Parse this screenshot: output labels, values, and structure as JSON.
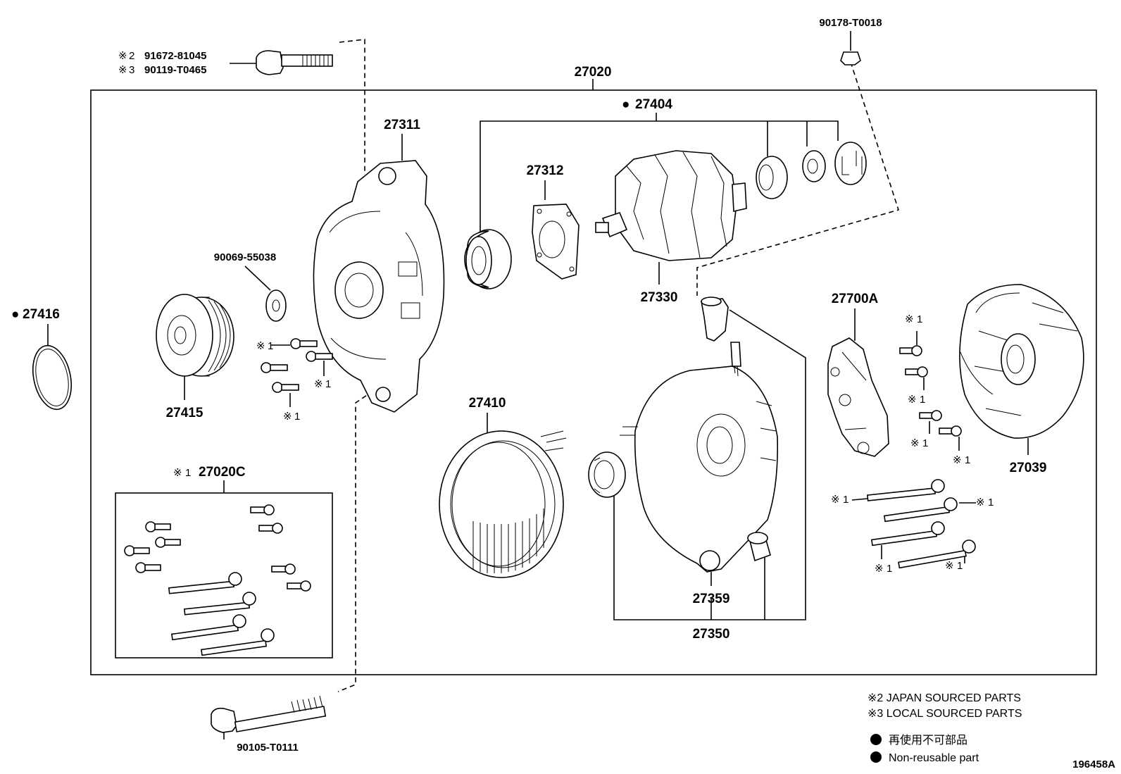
{
  "labels": {
    "assembly": "27020",
    "stator_bolt_top": "90178-T0018",
    "top_bolt_1": "91672-81045",
    "top_bolt_2": "90119-T0465",
    "frame": "27311",
    "rotor_kit": "27404",
    "retainer": "27312",
    "rotor": "27330",
    "washer": "90069-55038",
    "ring": "27416",
    "pulley": "27415",
    "stator": "27410",
    "regulator": "27700A",
    "cover": "27039",
    "bolt_kit": "27020C",
    "rear_frame": "27359",
    "rear_assy": "27350",
    "bottom_bolt": "90105-T0111",
    "figure_id": "196458A"
  },
  "marks": {
    "star": "※",
    "one": "1",
    "two": "2",
    "three": "3",
    "bullet": "●"
  },
  "legend": {
    "japan": "※2 JAPAN SOURCED PARTS",
    "local": "※3 LOCAL SOURCED PARTS",
    "non_reusable_jp": "再使用不可部品",
    "non_reusable_en": "Non-reusable part"
  }
}
